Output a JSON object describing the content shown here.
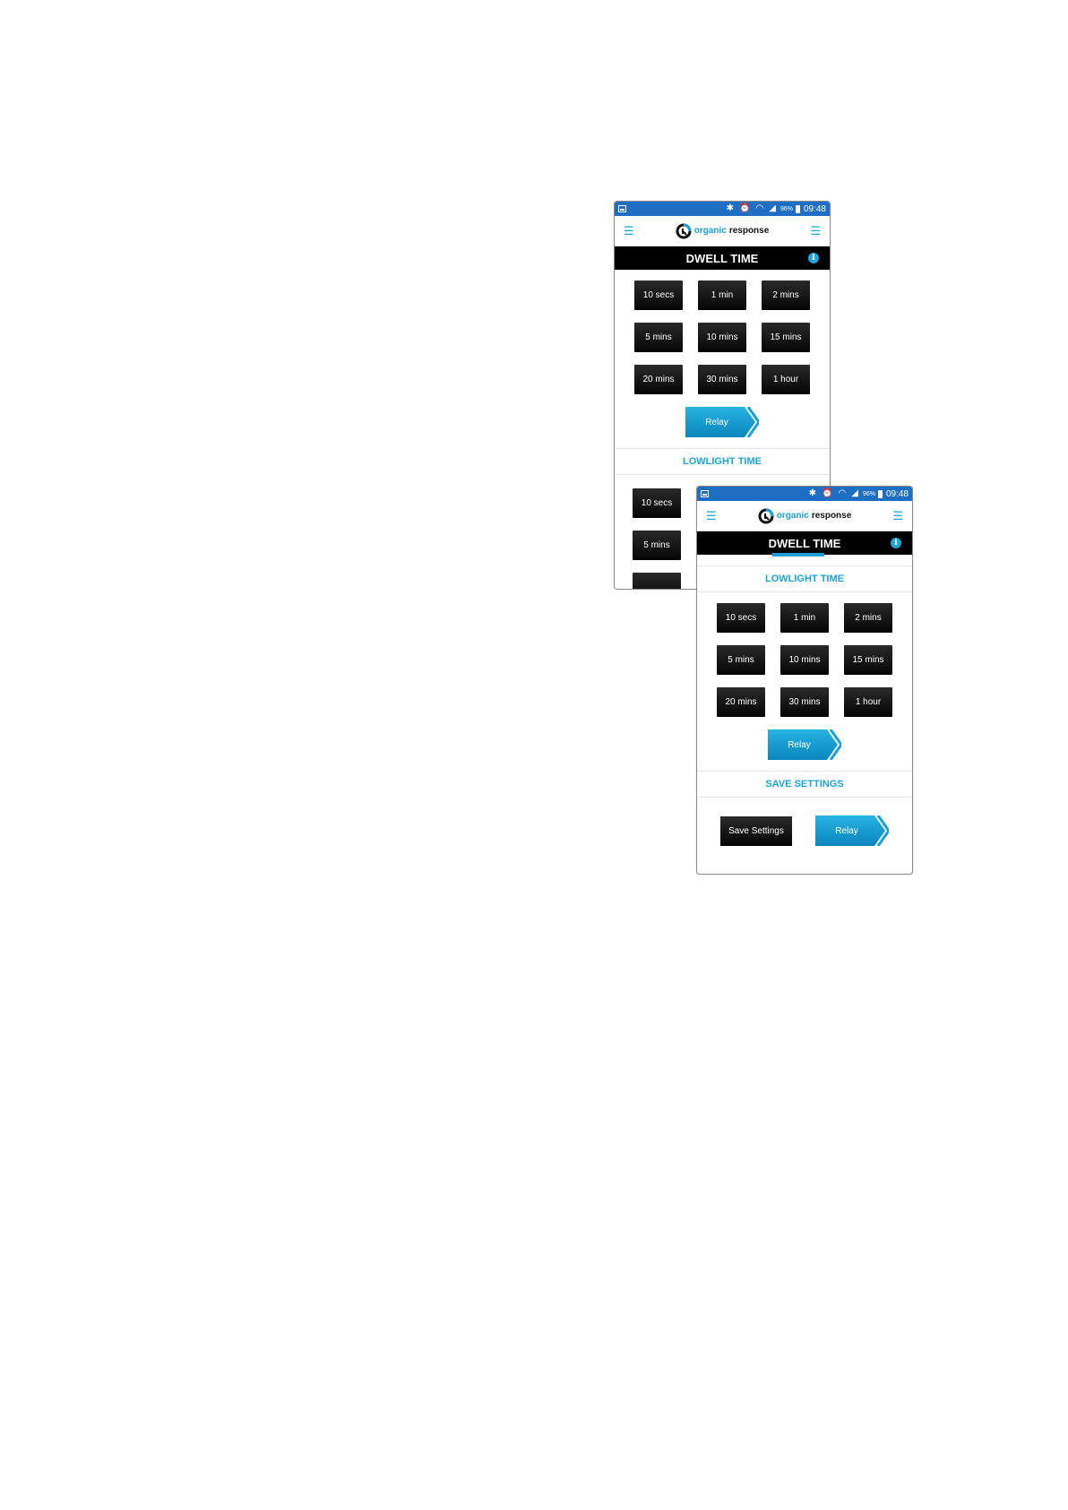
{
  "status_bar": {
    "battery": "96%",
    "time": "09:48"
  },
  "brand": {
    "word1": "organic",
    "word2": "response"
  },
  "header": {
    "title": "DWELL TIME",
    "info_glyph": "i"
  },
  "dwell_options": [
    "10 secs",
    "1 min",
    "2 mins",
    "5 mins",
    "10 mins",
    "15 mins",
    "20 mins",
    "30 mins",
    "1 hour"
  ],
  "lowlight": {
    "title": "LOWLIGHT TIME",
    "options": [
      "10 secs",
      "1 min",
      "2 mins",
      "5 mins",
      "10 mins",
      "15 mins",
      "20 mins",
      "30 mins",
      "1 hour"
    ]
  },
  "relay_label": "Relay",
  "save": {
    "title": "SAVE SETTINGS",
    "button": "Save Settings"
  },
  "icons": {
    "menu": "hamburger-menu-icon",
    "info": "info-icon",
    "status": [
      "gallery-icon",
      "bluetooth-icon",
      "alarm-icon",
      "wifi-icon",
      "signal-icon",
      "battery-icon"
    ]
  },
  "colors": {
    "accent": "#1ea4d6",
    "status_bar": "#1e6fc4",
    "button": "#111111"
  }
}
